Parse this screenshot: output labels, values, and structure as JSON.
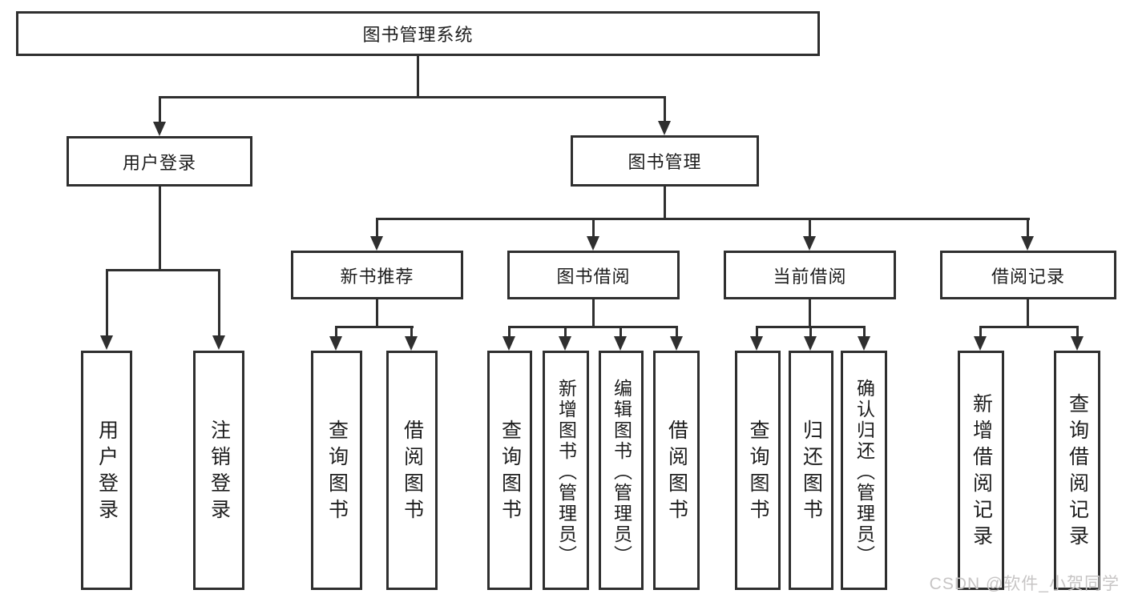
{
  "diagram_type": "hierarchy-tree",
  "colors": {
    "line": "#2f2f2f",
    "text": "#1d1d1d",
    "background": "#ffffff",
    "watermark": "#c7c5c5"
  },
  "tree": {
    "label": "图书管理系统",
    "children": [
      {
        "label": "用户登录",
        "children": [
          {
            "label": "用户登录"
          },
          {
            "label": "注销登录"
          }
        ]
      },
      {
        "label": "图书管理",
        "children": [
          {
            "label": "新书推荐",
            "children": [
              {
                "label": "查询图书"
              },
              {
                "label": "借阅图书"
              }
            ]
          },
          {
            "label": "图书借阅",
            "children": [
              {
                "label": "查询图书"
              },
              {
                "label": "新增图书（管理员）"
              },
              {
                "label": "编辑图书（管理员）"
              },
              {
                "label": "借阅图书"
              }
            ]
          },
          {
            "label": "当前借阅",
            "children": [
              {
                "label": "查询图书"
              },
              {
                "label": "归还图书"
              },
              {
                "label": "确认归还（管理员）"
              }
            ]
          },
          {
            "label": "借阅记录",
            "children": [
              {
                "label": "新增借阅记录"
              },
              {
                "label": "查询借阅记录"
              }
            ]
          }
        ]
      }
    ]
  },
  "watermark": "CSDN @软件_小贺同学"
}
